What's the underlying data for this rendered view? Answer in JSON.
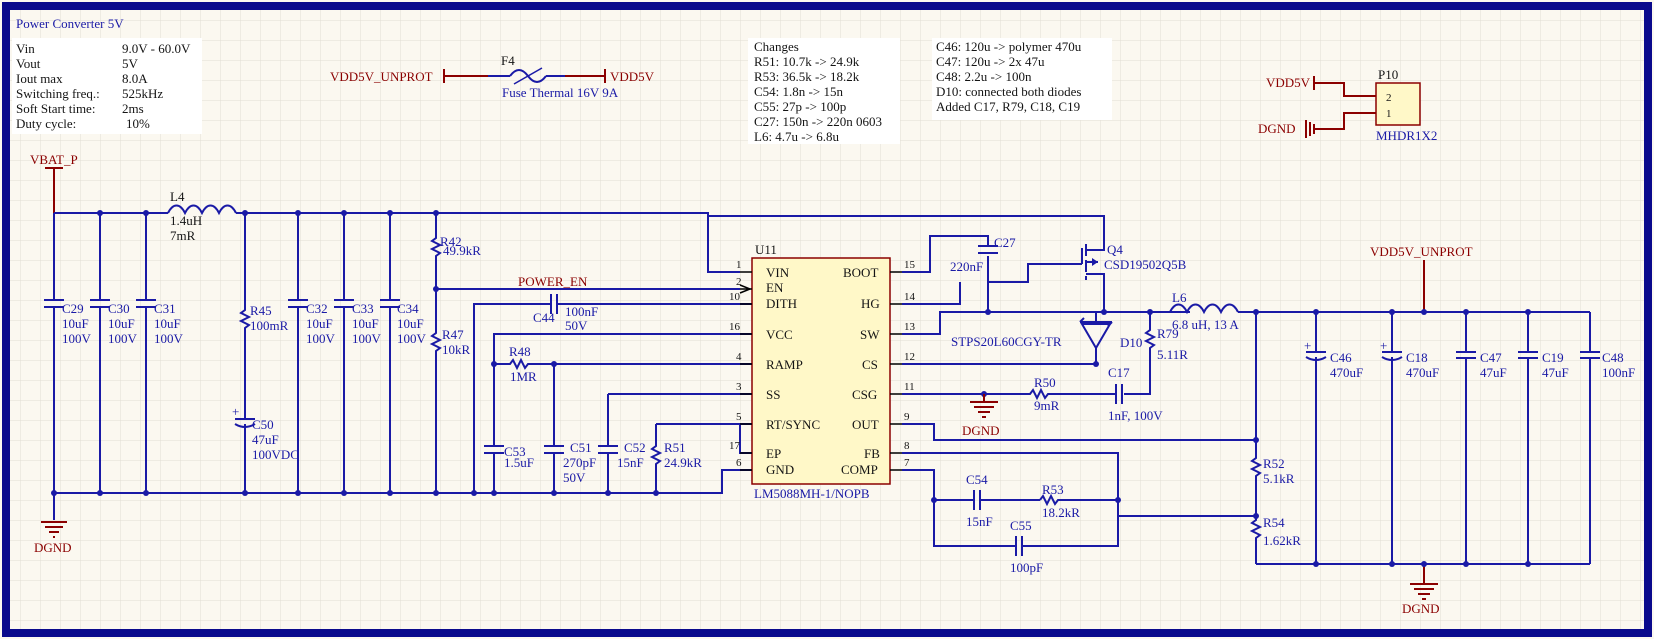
{
  "sheet_title": "Power Converter 5V",
  "specs": [
    {
      "name": "Vin",
      "value": "9.0V - 60.0V"
    },
    {
      "name": "Vout",
      "value": "5V"
    },
    {
      "name": "Iout max",
      "value": "8.0A"
    },
    {
      "name": "Switching freq.:",
      "value": "525kHz"
    },
    {
      "name": "Soft Start time:",
      "value": "2ms"
    },
    {
      "name": "Duty cycle:",
      "value": "10%"
    }
  ],
  "changes_left": [
    "Changes",
    "R51: 10.7k -> 24.9k",
    "R53: 36.5k -> 18.2k",
    "C54: 1.8n -> 15n",
    "C55: 27p -> 100p",
    "C27: 150n -> 220n 0603",
    "L6: 4.7u -> 6.8u"
  ],
  "changes_right": [
    "C46: 120u -> polymer 470u",
    "C47: 120u -> 2x 47u",
    "C48: 2.2u -> 100n",
    "D10: connected both diodes",
    "Added C17, R79, C18, C19"
  ],
  "nets": {
    "vdd5v_unprot": "VDD5V_UNPROT",
    "vdd5v": "VDD5V",
    "vbat_p": "VBAT_P",
    "dgnd": "DGND",
    "power_en": "POWER_EN"
  },
  "fuse": {
    "ref": "F4",
    "value": "Fuse Thermal 16V 9A"
  },
  "header": {
    "ref": "P10",
    "part": "MHDR1X2",
    "pin1": "1",
    "pin2": "2"
  },
  "ic": {
    "ref": "U11",
    "part": "LM5088MH-1/NOPB",
    "left_pins": [
      {
        "name": "VIN",
        "num": "1"
      },
      {
        "name": "EN",
        "num": "2"
      },
      {
        "name": "DITH",
        "num": "10"
      },
      {
        "name": "VCC",
        "num": "16"
      },
      {
        "name": "RAMP",
        "num": "4"
      },
      {
        "name": "SS",
        "num": "3"
      },
      {
        "name": "RT/SYNC",
        "num": "5"
      },
      {
        "name": "EP",
        "num": "17"
      },
      {
        "name": "GND",
        "num": "6"
      }
    ],
    "right_pins": [
      {
        "name": "BOOT",
        "num": "15"
      },
      {
        "name": "HG",
        "num": "14"
      },
      {
        "name": "SW",
        "num": "13"
      },
      {
        "name": "CS",
        "num": "12"
      },
      {
        "name": "CSG",
        "num": "11"
      },
      {
        "name": "OUT",
        "num": "9"
      },
      {
        "name": "FB",
        "num": "8"
      },
      {
        "name": "COMP",
        "num": "7"
      }
    ]
  },
  "parts": {
    "L4": {
      "ref": "L4",
      "v1": "1.4uH",
      "v2": "7mR"
    },
    "C29": {
      "ref": "C29",
      "v1": "10uF",
      "v2": "100V"
    },
    "C30": {
      "ref": "C30",
      "v1": "10uF",
      "v2": "100V"
    },
    "C31": {
      "ref": "C31",
      "v1": "10uF",
      "v2": "100V"
    },
    "R45": {
      "ref": "R45",
      "v1": "100mR"
    },
    "C50": {
      "ref": "C50",
      "v1": "47uF",
      "v2": "100VDC"
    },
    "C32": {
      "ref": "C32",
      "v1": "10uF",
      "v2": "100V"
    },
    "C33": {
      "ref": "C33",
      "v1": "10uF",
      "v2": "100V"
    },
    "C34": {
      "ref": "C34",
      "v1": "10uF",
      "v2": "100V"
    },
    "R42": {
      "ref": "R42",
      "v1": "49.9kR"
    },
    "R47": {
      "ref": "R47",
      "v1": "10kR"
    },
    "C44": {
      "ref": "C44",
      "v1": "100nF",
      "v2": "50V"
    },
    "R48": {
      "ref": "R48",
      "v1": "1MR"
    },
    "C53": {
      "ref": "C53",
      "v1": "1.5uF"
    },
    "C51": {
      "ref": "C51",
      "v1": "270pF",
      "v2": "50V"
    },
    "C52": {
      "ref": "C52",
      "v1": "15nF"
    },
    "R51": {
      "ref": "R51",
      "v1": "24.9kR"
    },
    "C27": {
      "ref": "C27",
      "v1": "220nF"
    },
    "Q4": {
      "ref": "Q4",
      "v1": "CSD19502Q5B"
    },
    "D10": {
      "ref": "D10",
      "v1": "STPS20L60CGY-TR"
    },
    "R79": {
      "ref": "R79",
      "v1": "5.11R"
    },
    "C17": {
      "ref": "C17",
      "v1": "1nF, 100V"
    },
    "R50": {
      "ref": "R50",
      "v1": "9mR"
    },
    "L6": {
      "ref": "L6",
      "v1": "6.8 uH, 13 A"
    },
    "C54": {
      "ref": "C54",
      "v1": "15nF"
    },
    "R53": {
      "ref": "R53",
      "v1": "18.2kR"
    },
    "C55": {
      "ref": "C55",
      "v1": "100pF"
    },
    "R52": {
      "ref": "R52",
      "v1": "5.1kR"
    },
    "R54": {
      "ref": "R54",
      "v1": "1.62kR"
    },
    "C46": {
      "ref": "C46",
      "v1": "470uF"
    },
    "C18": {
      "ref": "C18",
      "v1": "470uF"
    },
    "C47": {
      "ref": "C47",
      "v1": "47uF"
    },
    "C19": {
      "ref": "C19",
      "v1": "47uF"
    },
    "C48": {
      "ref": "C48",
      "v1": "100nF"
    }
  }
}
